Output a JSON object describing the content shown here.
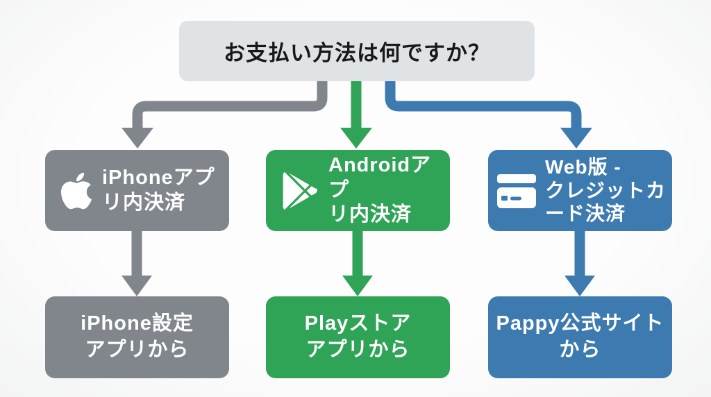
{
  "diagram": {
    "title": "お支払い方法は何ですか？",
    "branches": [
      {
        "id": "iphone",
        "icon": "apple-icon",
        "label": "iPhoneアプ\nリ内決済",
        "result": "iPhone設定\nアプリから",
        "color": "#81868d"
      },
      {
        "id": "android",
        "icon": "google-play-icon",
        "label": "Androidアプ\nリ内決済",
        "result": "Playストア\nアプリから",
        "color": "#2fa356"
      },
      {
        "id": "web",
        "icon": "credit-card-icon",
        "label": "Web版 -\nクレジットカ\nード決済",
        "result": "Pappy公式サイト\nから",
        "color": "#3d7ab0"
      }
    ],
    "colors": {
      "gray": "#81868d",
      "green": "#2fa356",
      "blue": "#3d7ab0",
      "title_background": "#e0e3e6",
      "title_text": "#17181a",
      "box_text": "#ffffff",
      "page_background": "#fbfcfc"
    }
  }
}
